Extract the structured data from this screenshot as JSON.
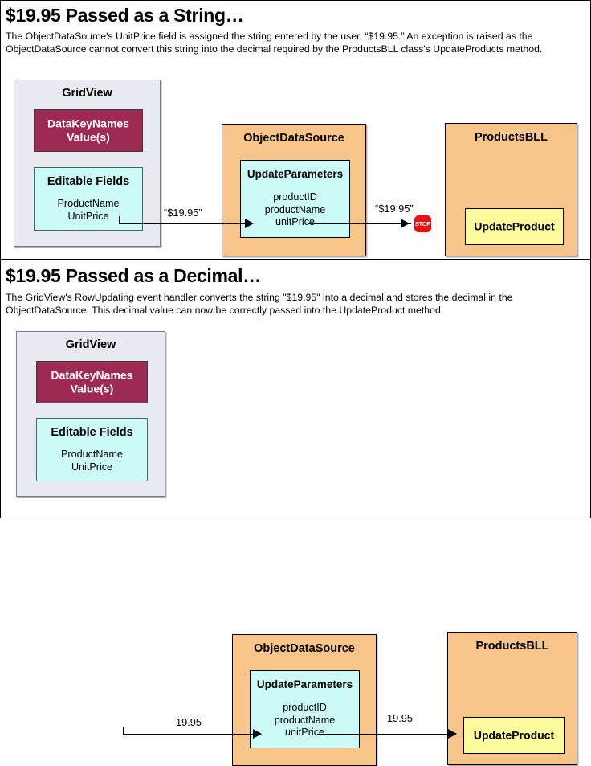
{
  "sections": [
    {
      "title": "$19.95 Passed as a String…",
      "description": "The ObjectDataSource's UnitPrice field is assigned the string entered by the user, “$19.95.” An exception is raised as the ObjectDataSource cannot convert this string into the decimal required by the ProductsBLL class's UpdateProducts method.",
      "gridview": {
        "title": "GridView",
        "datakey_box": "DataKeyNames\nValue(s)",
        "datakey_line1": "DataKeyNames",
        "datakey_line2": "Value(s)",
        "editable_title": "Editable Fields",
        "editable_fields": [
          "ProductName",
          "UnitPrice"
        ]
      },
      "objectdatasource": {
        "title": "ObjectDataSource",
        "params_title": "UpdateParameters",
        "params": [
          "productID",
          "productName",
          "unitPrice"
        ]
      },
      "productsbll": {
        "title": "ProductsBLL",
        "method": "UpdateProduct"
      },
      "arrow1_label": "“$19.95”",
      "arrow2_label": "“$19.95”",
      "blocked": true,
      "stop_text": "STOP"
    },
    {
      "title": "$19.95 Passed as a Decimal…",
      "description": "The GridView's RowUpdating event handler converts the string \"$19.95\" into a decimal and stores the decimal in the ObjectDataSource. This decimal value can now be correctly passed into the UpdateProduct method.",
      "gridview": {
        "title": "GridView",
        "datakey_line1": "DataKeyNames",
        "datakey_line2": "Value(s)",
        "editable_title": "Editable Fields",
        "editable_fields": [
          "ProductName",
          "UnitPrice"
        ]
      },
      "objectdatasource": {
        "title": "ObjectDataSource",
        "params_title": "UpdateParameters",
        "params": [
          "productID",
          "productName",
          "unitPrice"
        ]
      },
      "productsbll": {
        "title": "ProductsBLL",
        "method": "UpdateProduct"
      },
      "arrow1_label": "19.95",
      "arrow2_label": "19.95",
      "blocked": false
    }
  ],
  "colors": {
    "gridview_bg": "#e9e9f1",
    "orange_bg": "#f7c58a",
    "cyan_bg": "#ccfaf7",
    "magenta_bg": "#9c2a55",
    "yellow_bg": "#fbfb9e",
    "stop_red": "#e81010"
  }
}
